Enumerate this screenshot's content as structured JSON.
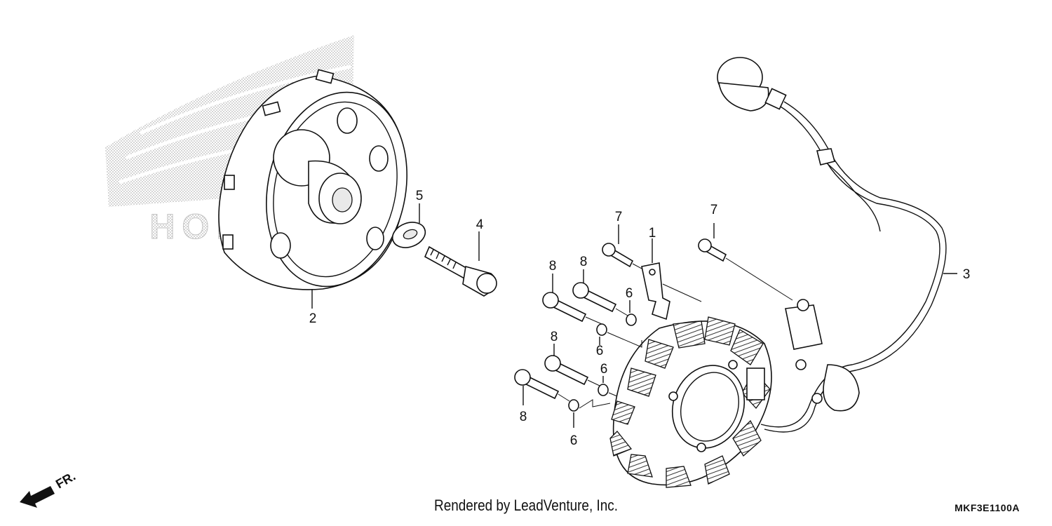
{
  "diagram": {
    "parts": [
      {
        "id": "part-1",
        "label": "1"
      },
      {
        "id": "part-2",
        "label": "2"
      },
      {
        "id": "part-3",
        "label": "3"
      },
      {
        "id": "part-4",
        "label": "4"
      },
      {
        "id": "part-5",
        "label": "5"
      },
      {
        "id": "part-6a",
        "label": "6"
      },
      {
        "id": "part-6b",
        "label": "6"
      },
      {
        "id": "part-6c",
        "label": "6"
      },
      {
        "id": "part-6d",
        "label": "6"
      },
      {
        "id": "part-7a",
        "label": "7"
      },
      {
        "id": "part-7b",
        "label": "7"
      },
      {
        "id": "part-8a",
        "label": "8"
      },
      {
        "id": "part-8b",
        "label": "8"
      },
      {
        "id": "part-8c",
        "label": "8"
      },
      {
        "id": "part-8d",
        "label": "8"
      }
    ],
    "front_indicator": "FR.",
    "watermark": "HONDA",
    "credit": "Rendered by LeadVenture, Inc.",
    "diagram_code": "MKF3E1100A"
  }
}
